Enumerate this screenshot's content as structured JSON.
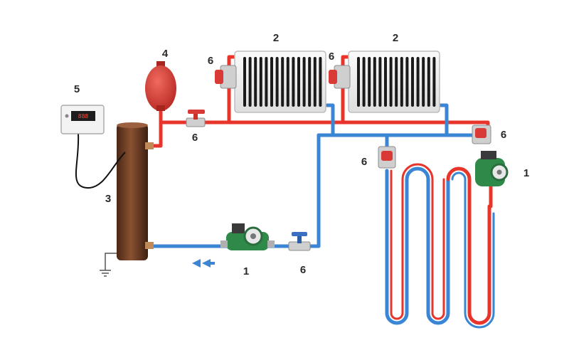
{
  "labels": {
    "circulation_pump_main": "1",
    "circulation_pump_floor": "1",
    "radiator_left": "2",
    "radiator_right": "2",
    "electric_boiler": "3",
    "expansion_tank": "4",
    "control_unit": "5",
    "valve_supply_boiler": "6",
    "valve_radiator_left": "6",
    "valve_radiator_right": "6",
    "valve_floor_supply": "6",
    "valve_floor_return": "6",
    "valve_return_pump": "6"
  },
  "control_unit": {
    "display": "888"
  },
  "colors": {
    "supply_pipe": "#e8342b",
    "return_pipe": "#3a86d4",
    "boiler": "#6b3a22",
    "expansion_tank": "#d93a35",
    "pump": "#2f8a4a"
  },
  "flow_direction": "left"
}
